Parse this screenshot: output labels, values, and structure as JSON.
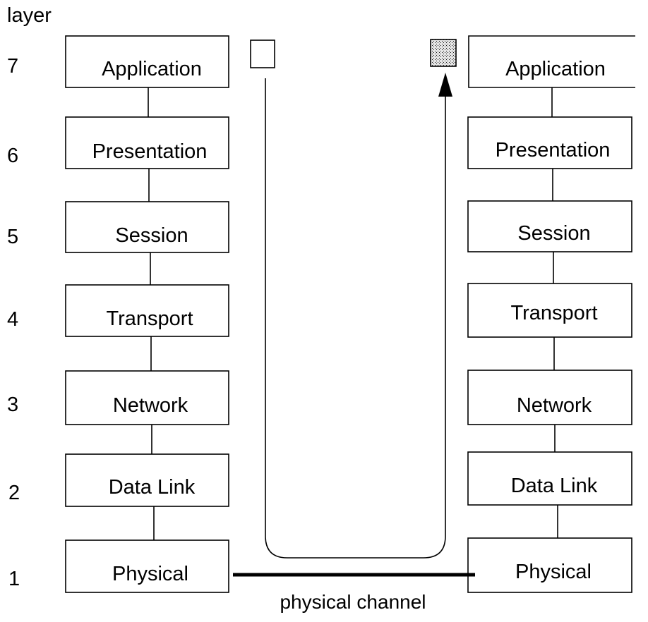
{
  "axis_title": "layer",
  "caption": "physical channel",
  "layers": [
    {
      "number": "7",
      "name": "Application"
    },
    {
      "number": "6",
      "name": "Presentation"
    },
    {
      "number": "5",
      "name": "Session"
    },
    {
      "number": "4",
      "name": "Transport"
    },
    {
      "number": "3",
      "name": "Network"
    },
    {
      "number": "2",
      "name": "Data Link"
    },
    {
      "number": "1",
      "name": "Physical"
    }
  ]
}
